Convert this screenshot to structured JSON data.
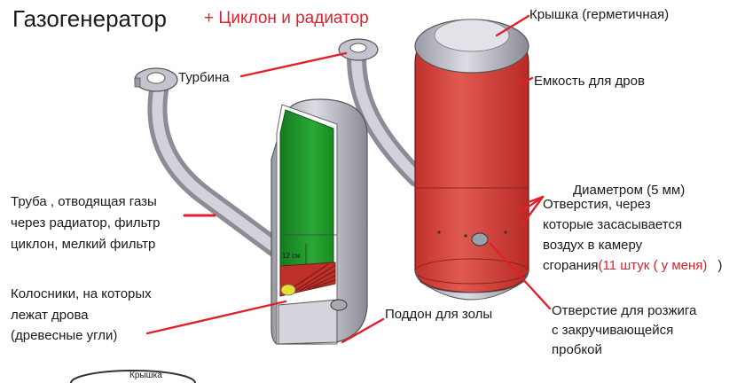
{
  "title": "Газогенератор",
  "subtitle": "+ Циклон и радиатор",
  "labels": {
    "turbine": "Турбина",
    "lid": "Крышка (герметичная)",
    "tank": "Емкость для дров",
    "diameter": "Диаметром (5 мм)",
    "holes_1": "Отверстия, через",
    "holes_2": "которые засасывается",
    "holes_3": "воздух в камеру",
    "holes_4": "сгорания",
    "holes_count": "(11 штук ( у меня)",
    "holes_paren": ")",
    "pipe_1": "Труба , отводящая газы",
    "pipe_2": "через радиатор, фильтр",
    "pipe_3": "циклон, мелкий фильтр",
    "grate_1": "Колосники, на которых",
    "grate_2": "лежат дрова",
    "grate_3": "(древесные угли)",
    "ash_tray": "Поддон для золы",
    "ignition_1": "Отверстие для розжига",
    "ignition_2": "с закручивающейся",
    "ignition_3": "пробкой",
    "bottom_lid": "Крышка",
    "dimension": "12 см"
  },
  "colors": {
    "accent_red": "#e0202a",
    "tank_red": "#d8413b",
    "inner_green": "#1f9a2a",
    "grate_red": "#c0302a",
    "steel": "#b8b8c4"
  }
}
